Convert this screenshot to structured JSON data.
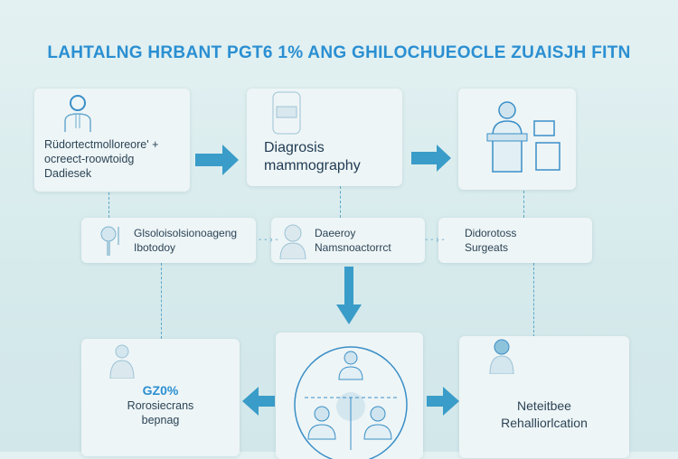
{
  "title": "LAHTALNG HRBANT PGT6 1% ANG GHILOCHUEOCLE ZUAISJH FITN",
  "row1": [
    {
      "lines": [
        "Rüdortectmolloreore' +",
        "ocreect-roowtoidg",
        "Dadiesek"
      ],
      "icon": "doctor-icon"
    },
    {
      "lines": [
        "Diagrosis",
        "mammography"
      ],
      "icon": "mammography-machine-icon"
    },
    {
      "lines": [],
      "icon": "patient-with-monitor-icon"
    }
  ],
  "row2": [
    {
      "lines": [
        "Glsoloisolsionoageng",
        "Ibotodoy"
      ],
      "icon": "scanner-icon"
    },
    {
      "lines": [
        "Daeeroy",
        "Namsnoactorrct"
      ],
      "icon": "patient-icon"
    },
    {
      "lines": [
        "Didorotoss",
        "Surgeats"
      ],
      "icon": ""
    }
  ],
  "row3": [
    {
      "lines": [
        "GZ0%",
        "Rorosiecrans",
        "bepnag"
      ],
      "icon": "doctor-icon"
    },
    {
      "lines": [],
      "icon": "care-team-circle-icon"
    },
    {
      "lines": [
        "Neteitbee",
        "Rehalliorlcation"
      ],
      "icon": "patient-icon"
    }
  ],
  "colors": {
    "accent": "#2a8fd2",
    "arrow": "#3a9cc8",
    "text": "#2b4456"
  }
}
